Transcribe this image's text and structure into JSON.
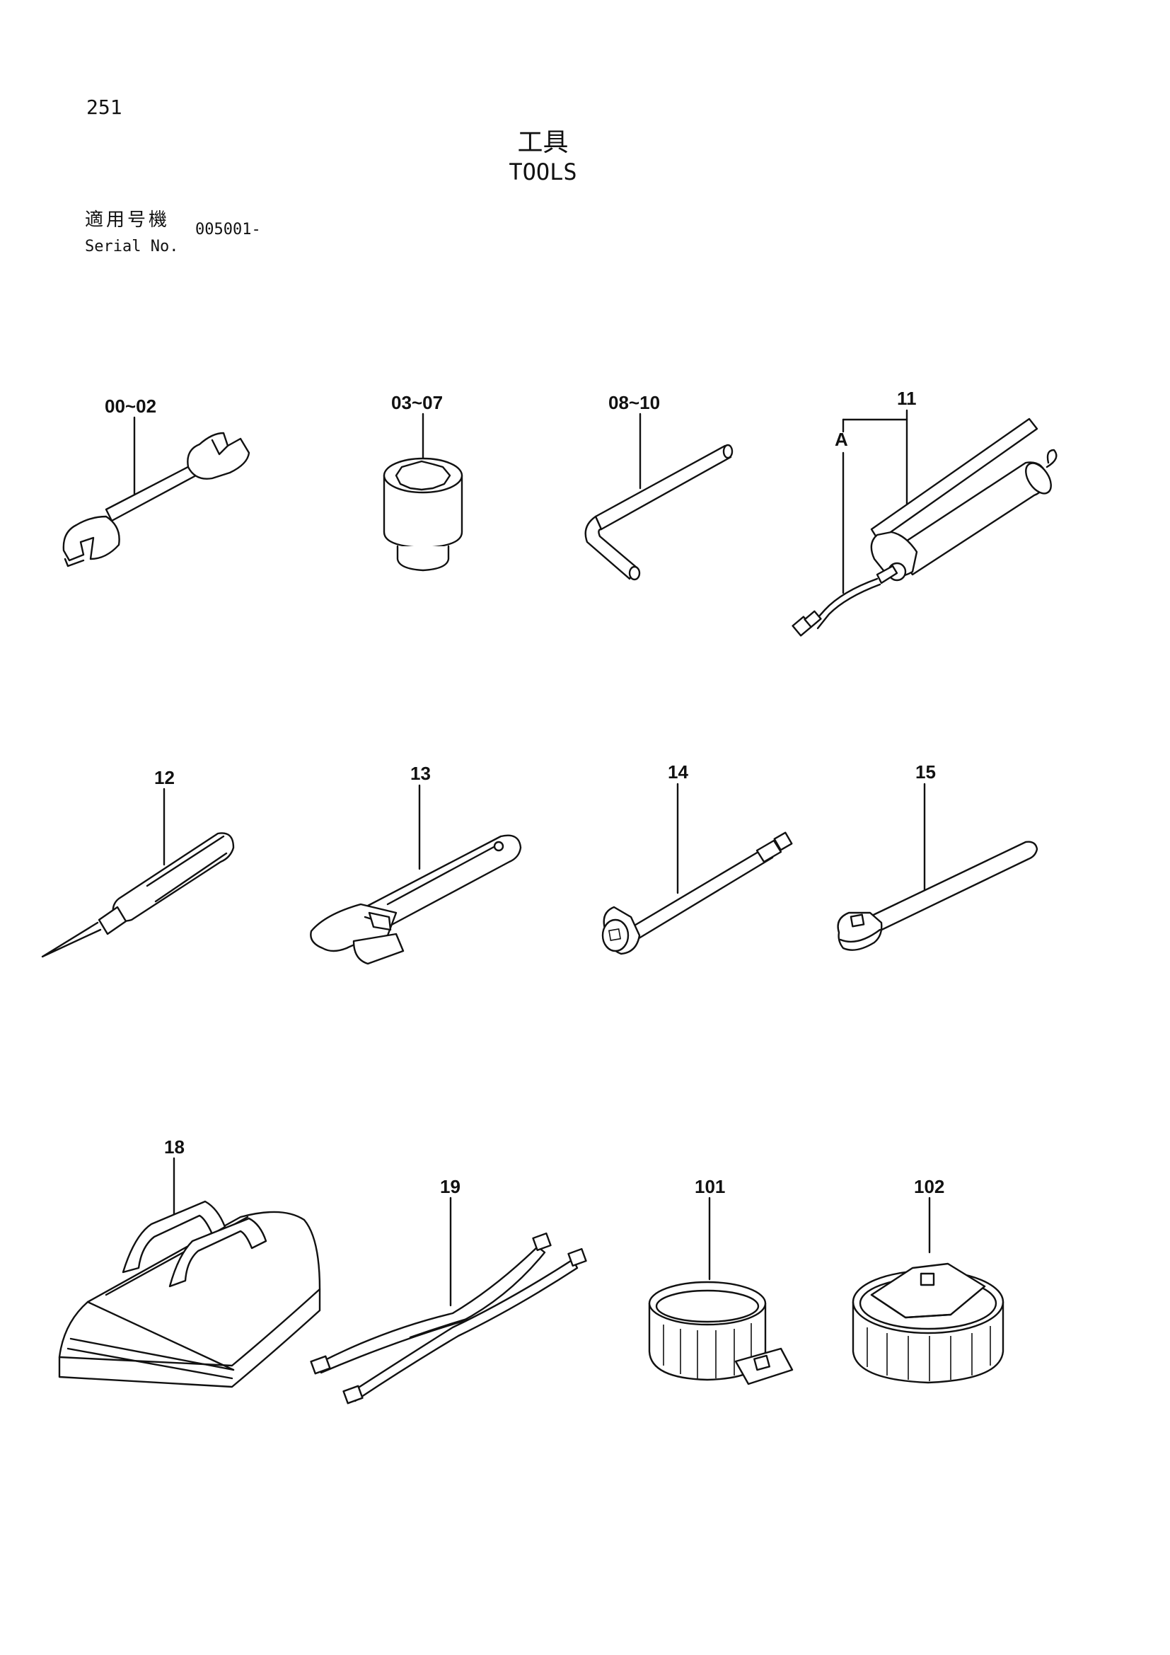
{
  "header": {
    "page_number": "251",
    "title_ja": "工具",
    "title_en": "TOOLS",
    "serial_label_ja": "適用号機",
    "serial_label_en": "Serial No.",
    "serial_value": "005001-"
  },
  "callouts": {
    "wrench": "00~02",
    "socket": "03~07",
    "hex_key": "08~10",
    "grease_gun": "11",
    "grease_gun_sub": "A",
    "screwdriver": "12",
    "adjustable_wrench": "13",
    "extension_bar": "14",
    "ratchet_handle": "15",
    "tool_bag": "18",
    "cross_wrench": "19",
    "filter_wrench_a": "101",
    "filter_wrench_b": "102"
  }
}
